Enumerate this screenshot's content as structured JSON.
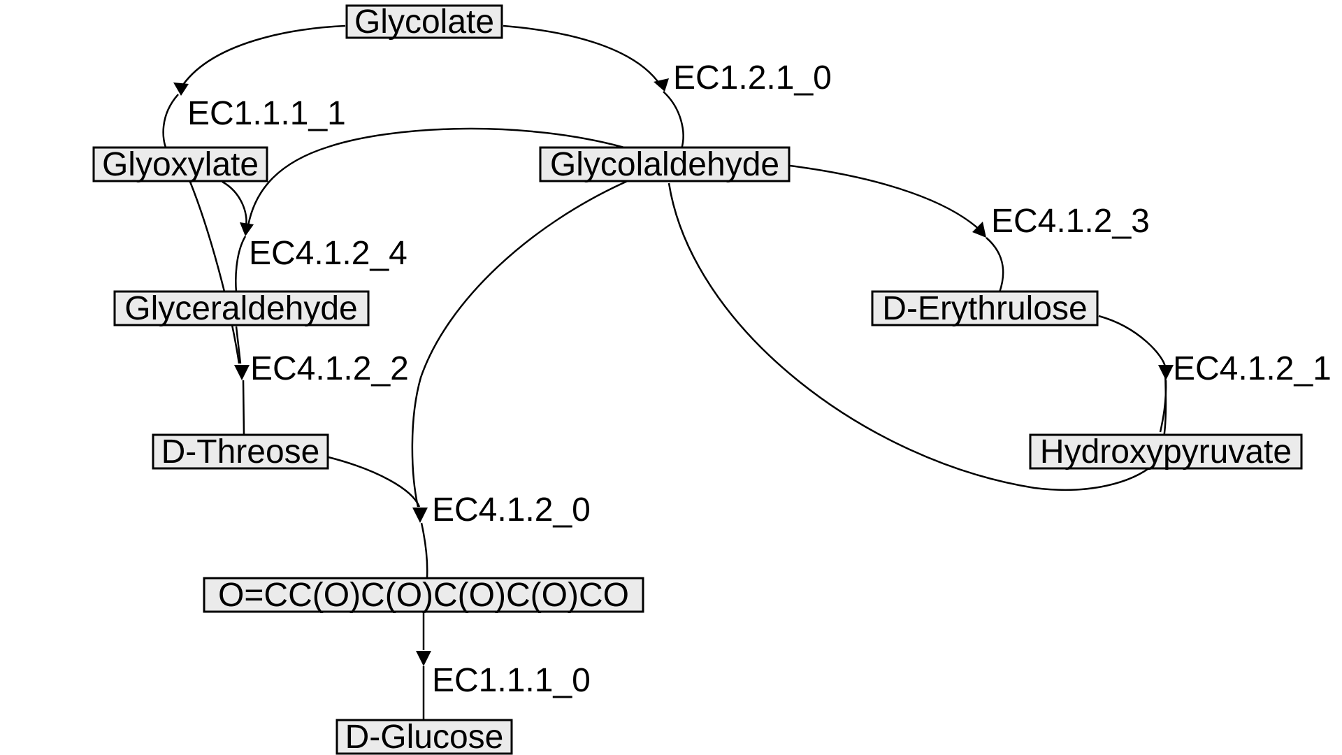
{
  "colors": {
    "node_fill": "#ebebeb",
    "stroke": "#000000",
    "background": "#ffffff"
  },
  "nodes": {
    "glycolate": "Glycolate",
    "glyoxylate": "Glyoxylate",
    "glycolaldehyde": "Glycolaldehyde",
    "glyceraldehyde": "Glyceraldehyde",
    "d_erythrulose": "D-Erythrulose",
    "d_threose": "D-Threose",
    "hydroxypyruvate": "Hydroxypyruvate",
    "sugar_smiles": "O=CC(O)C(O)C(O)C(O)CO",
    "d_glucose": "D-Glucose"
  },
  "enzymes": {
    "ec1_1_1_1": "EC1.1.1_1",
    "ec1_2_1_0": "EC1.2.1_0",
    "ec4_1_2_4": "EC4.1.2_4",
    "ec4_1_2_3": "EC4.1.2_3",
    "ec4_1_2_2": "EC4.1.2_2",
    "ec4_1_2_1": "EC4.1.2_1",
    "ec4_1_2_0": "EC4.1.2_0",
    "ec1_1_1_0": "EC1.1.1_0"
  },
  "edges": [
    {
      "from": "Glycolate",
      "enzyme": "EC1.1.1_1",
      "to": "Glyoxylate"
    },
    {
      "from": "Glycolate",
      "enzyme": "EC1.2.1_0",
      "to": "Glycolaldehyde"
    },
    {
      "from": "Glyoxylate",
      "enzyme": "EC4.1.2_4",
      "to": "Glyceraldehyde"
    },
    {
      "from": "Glycolaldehyde",
      "enzyme": "EC4.1.2_4",
      "to": "Glyceraldehyde"
    },
    {
      "from": "Glycolaldehyde",
      "enzyme": "EC4.1.2_3",
      "to": "D-Erythrulose"
    },
    {
      "from": "Glyoxylate",
      "enzyme": "EC4.1.2_2",
      "to": "D-Threose"
    },
    {
      "from": "Glyceraldehyde",
      "enzyme": "EC4.1.2_2",
      "to": "D-Threose"
    },
    {
      "from": "D-Erythrulose",
      "enzyme": "EC4.1.2_1",
      "to": "Hydroxypyruvate"
    },
    {
      "from": "Glycolaldehyde",
      "enzyme": "EC4.1.2_1",
      "to": "Hydroxypyruvate"
    },
    {
      "from": "D-Threose",
      "enzyme": "EC4.1.2_0",
      "to": "O=CC(O)C(O)C(O)C(O)CO"
    },
    {
      "from": "Glycolaldehyde",
      "enzyme": "EC4.1.2_0",
      "to": "O=CC(O)C(O)C(O)C(O)CO"
    },
    {
      "from": "O=CC(O)C(O)C(O)C(O)CO",
      "enzyme": "EC1.1.1_0",
      "to": "D-Glucose"
    }
  ]
}
